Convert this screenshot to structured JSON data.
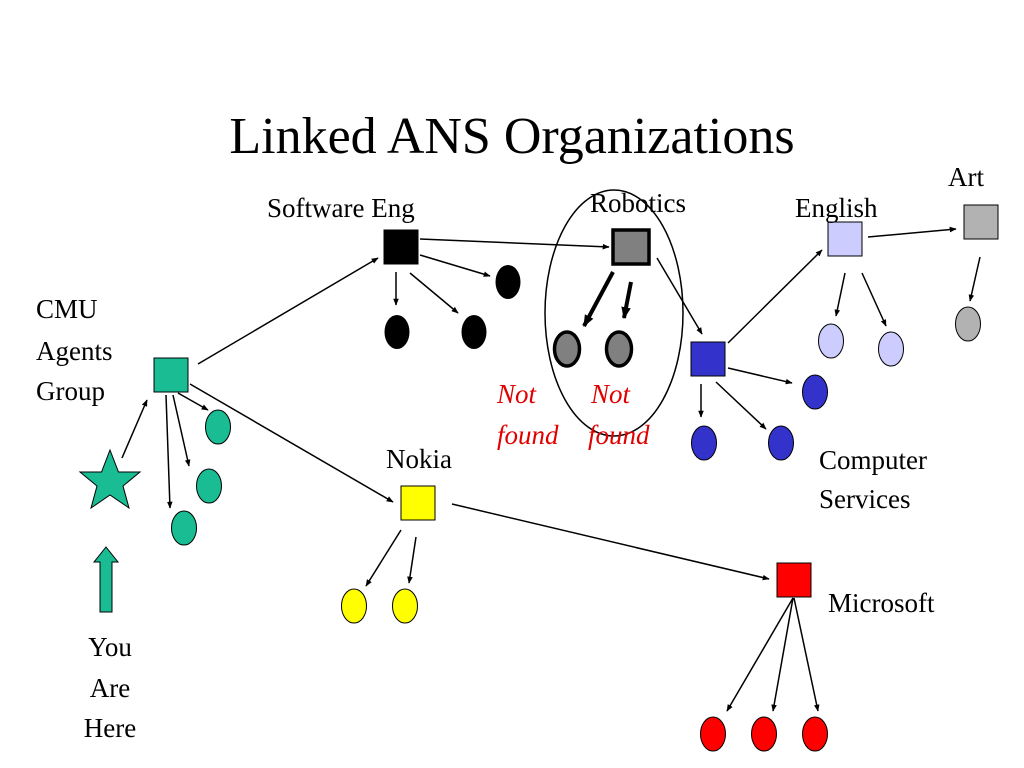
{
  "title": "Linked ANS Organizations",
  "labels": {
    "software_eng": "Software Eng",
    "robotics": "Robotics",
    "english": "English",
    "art": "Art",
    "cmu_1": "CMU",
    "cmu_2": "Agents",
    "cmu_3": "Group",
    "nokia": "Nokia",
    "computer_1": "Computer",
    "computer_2": "Services",
    "microsoft": "Microsoft",
    "you_1": "You",
    "you_2": "Are",
    "you_3": "Here"
  },
  "not_found": {
    "left_1": "Not",
    "left_2": "found",
    "right_1": "Not",
    "right_2": "found"
  },
  "colors": {
    "cmu": "#1abc94",
    "software_eng": "#000000",
    "robotics": "#808080",
    "computer_services": "#3333cc",
    "english": "#ccccff",
    "art": "#b2b2b2",
    "nokia": "#ffff00",
    "microsoft": "#ff0000",
    "not_found_text": "#e00000"
  }
}
